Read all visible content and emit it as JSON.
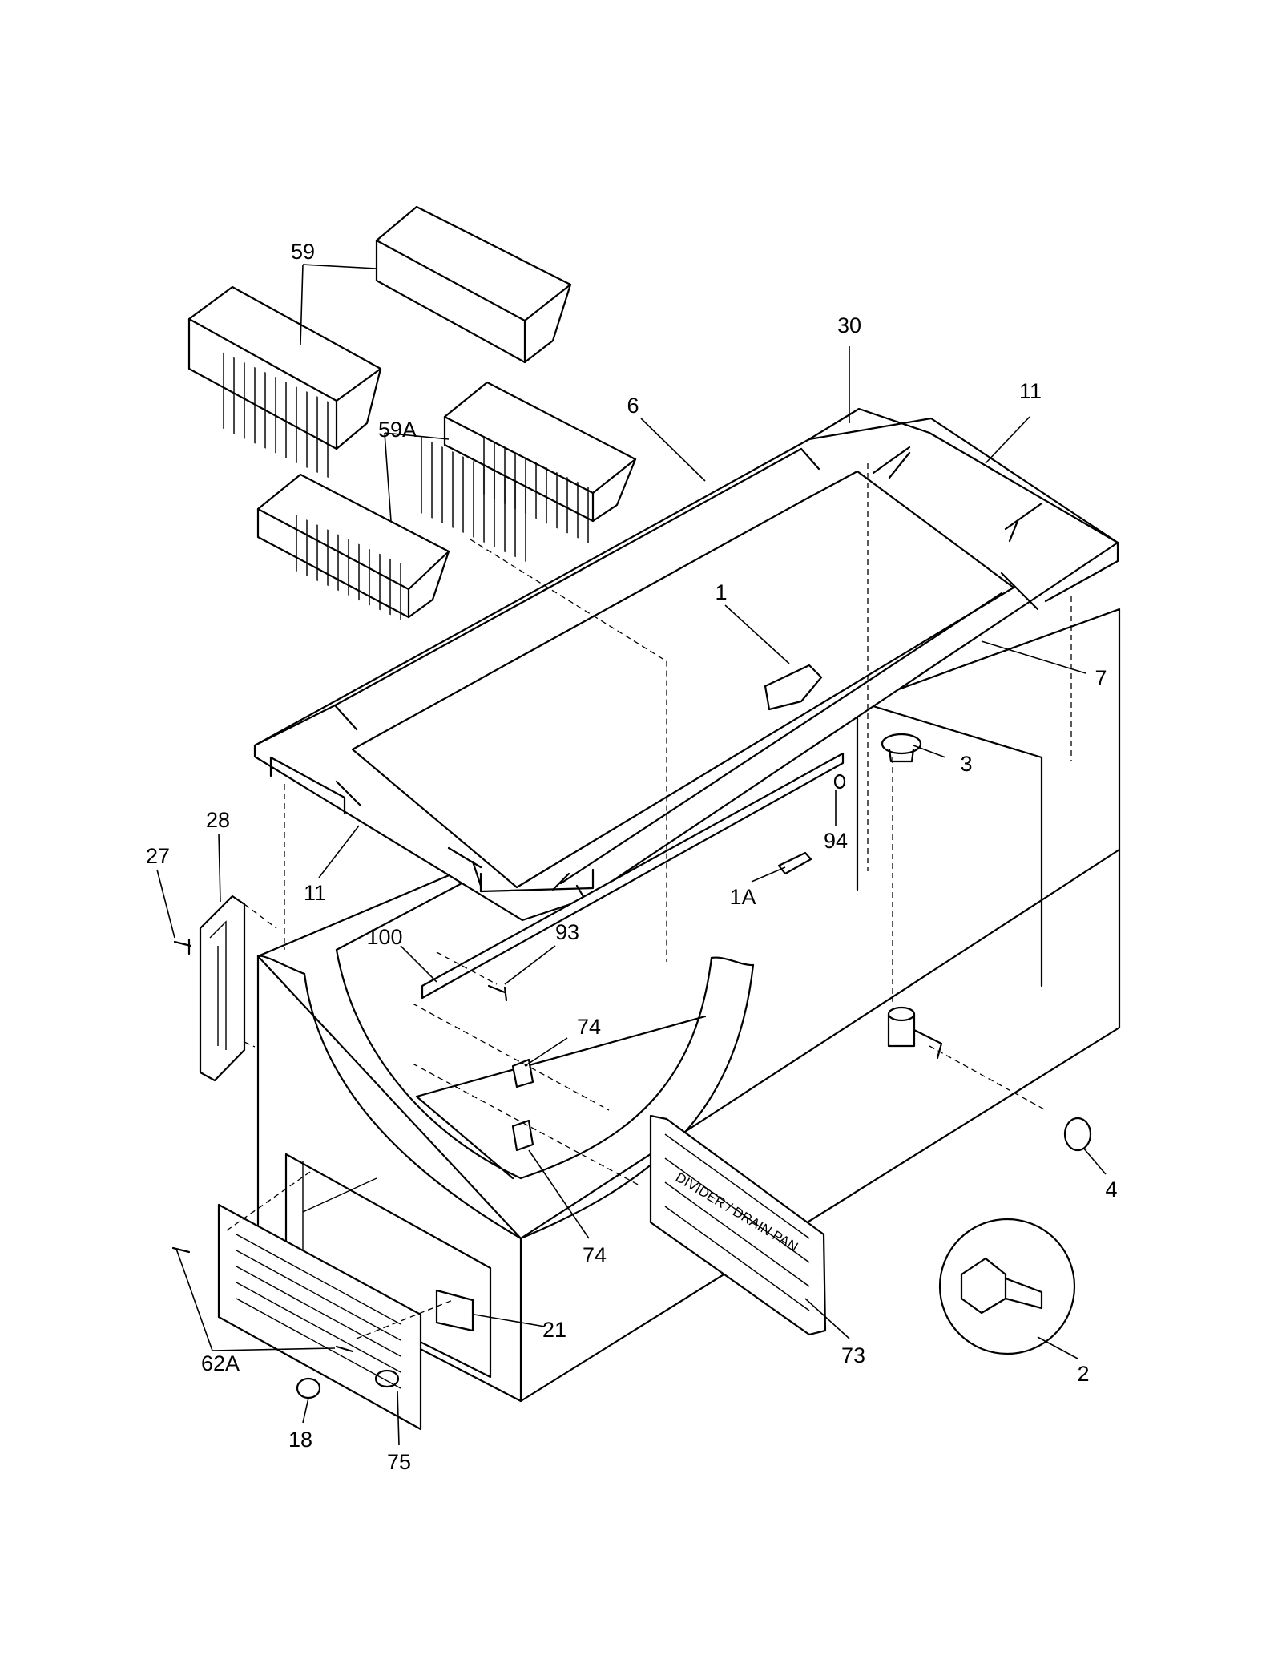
{
  "diagram": {
    "panel_text": "DIVIDER / DRAIN PAN",
    "callouts": {
      "p59": "59",
      "p59a": "59A",
      "p30": "30",
      "p11_top": "11",
      "p6": "6",
      "p1": "1",
      "p7": "7",
      "p3": "3",
      "p94": "94",
      "p1a": "1A",
      "p28": "28",
      "p27": "27",
      "p11_left": "11",
      "p100": "100",
      "p93": "93",
      "p74_upper": "74",
      "p74_lower": "74",
      "p4": "4",
      "p73": "73",
      "p21": "21",
      "p2": "2",
      "p62a": "62A",
      "p18": "18",
      "p75": "75"
    }
  }
}
